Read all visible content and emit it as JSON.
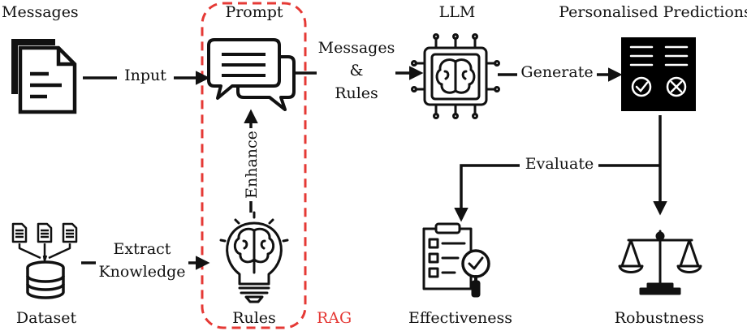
{
  "titles": {
    "messages": "Messages",
    "prompt": "Prompt",
    "llm": "LLM",
    "predictions": "Personalised Predictions",
    "dataset": "Dataset",
    "rules": "Rules",
    "rag": "RAG",
    "effectiveness": "Effectiveness",
    "robustness": "Robustness"
  },
  "edges": {
    "input": "Input",
    "messages_rules_1": "Messages",
    "messages_rules_2": "&",
    "messages_rules_3": "Rules",
    "generate": "Generate",
    "enhance": "Enhance",
    "extract_1": "Extract",
    "extract_2": "Knowledge",
    "evaluate": "Evaluate"
  },
  "colors": {
    "accent": "#e53935",
    "ink": "#111111"
  },
  "icons": {
    "messages": "document-stack-icon",
    "prompt": "chat-bubbles-icon",
    "llm": "brain-chip-icon",
    "predictions": "prediction-card-icon",
    "dataset": "database-icon",
    "rules": "brain-lightbulb-icon",
    "effectiveness": "checklist-magnifier-icon",
    "robustness": "balance-scale-icon"
  }
}
